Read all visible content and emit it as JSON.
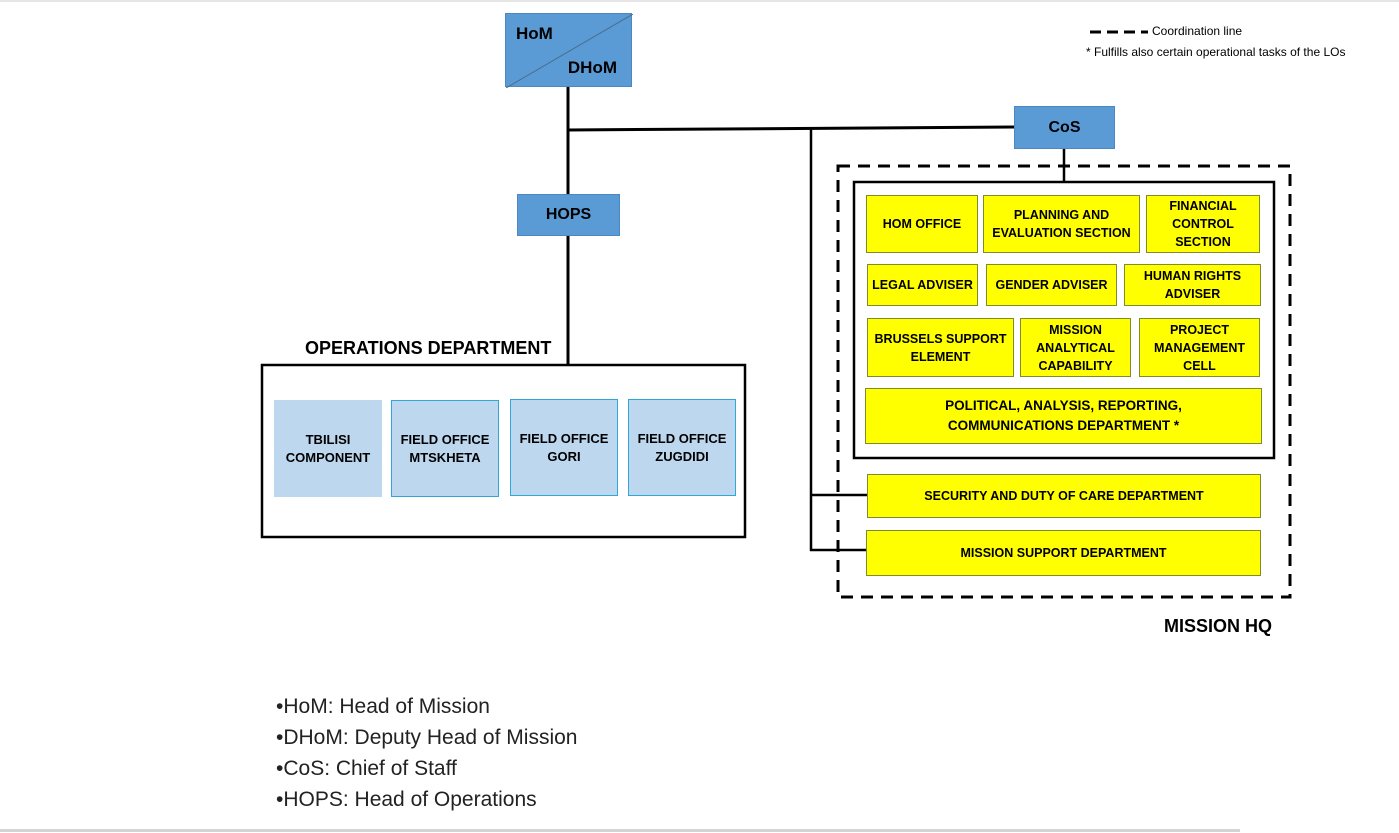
{
  "legend": {
    "coordination_label": "Coordination line",
    "asterisk_note": "* Fulfills also certain operational tasks of the LOs"
  },
  "leadership": {
    "hom": "HoM",
    "dhom": "DHoM",
    "cos": "CoS",
    "hops": "HOPS"
  },
  "operations": {
    "title": "OPERATIONS DEPARTMENT",
    "units": [
      "TBILISI COMPONENT",
      "FIELD OFFICE MTSKHETA",
      "FIELD OFFICE GORI",
      "FIELD OFFICE ZUGDIDI"
    ]
  },
  "mission_hq": {
    "title": "MISSION HQ",
    "sections": [
      "HOM OFFICE",
      "PLANNING AND EVALUATION SECTION",
      "FINANCIAL CONTROL SECTION",
      "LEGAL ADVISER",
      "GENDER ADVISER",
      "HUMAN RIGHTS ADVISER",
      "BRUSSELS SUPPORT ELEMENT",
      "MISSION ANALYTICAL CAPABILITY",
      "PROJECT MANAGEMENT CELL",
      "POLITICAL, ANALYSIS, REPORTING, COMMUNICATIONS DEPARTMENT *"
    ],
    "departments": [
      "SECURITY AND DUTY OF CARE DEPARTMENT",
      "MISSION SUPPORT DEPARTMENT"
    ]
  },
  "glossary": [
    "•HoM: Head of Mission",
    "•DHoM: Deputy Head of Mission",
    "•CoS: Chief of Staff",
    "•HOPS: Head of Operations"
  ],
  "colors": {
    "leadership_blue": "#5b9bd5",
    "field_office_blue": "#bdd7ee",
    "hq_yellow": "#ffff00"
  }
}
